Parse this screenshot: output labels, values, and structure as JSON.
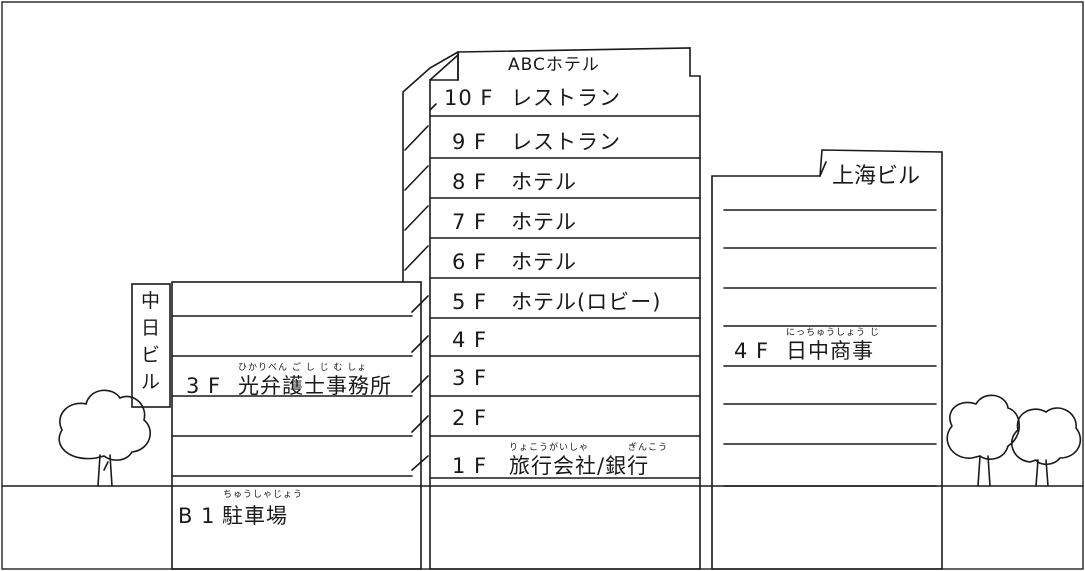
{
  "hotel": {
    "sign": "ABCホテル",
    "floors": [
      {
        "floor": "10 F",
        "tenant": "レストラン"
      },
      {
        "floor": "9 F",
        "tenant": "レストラン"
      },
      {
        "floor": "8 F",
        "tenant": "ホテル"
      },
      {
        "floor": "7 F",
        "tenant": "ホテル"
      },
      {
        "floor": "6 F",
        "tenant": "ホテル"
      },
      {
        "floor": "5 F",
        "tenant": "ホテル(ロビー)"
      },
      {
        "floor": "4 F",
        "tenant": ""
      },
      {
        "floor": "3 F",
        "tenant": ""
      },
      {
        "floor": "2 F",
        "tenant": ""
      },
      {
        "floor": "1 F",
        "tenant": "旅行会社/銀行",
        "ruby_1": "りょこうがいしゃ",
        "ruby_2": "ぎんこう"
      }
    ]
  },
  "left_building": {
    "sign_chars": [
      "中",
      "日",
      "ビ",
      "ル"
    ],
    "floor_3f": {
      "floor": "3 F",
      "tenant": "光弁護士事務所",
      "ruby": "ひかりべん ご し じ む しょ"
    },
    "floor_b1": {
      "floor": "B 1",
      "tenant": "駐車場",
      "ruby": "ちゅうしゃじょう"
    }
  },
  "right_building": {
    "sign": "上海ビル",
    "floor_4f": {
      "floor": "4 F",
      "tenant": "日中商事",
      "ruby": "にっちゅうしょう じ"
    }
  }
}
